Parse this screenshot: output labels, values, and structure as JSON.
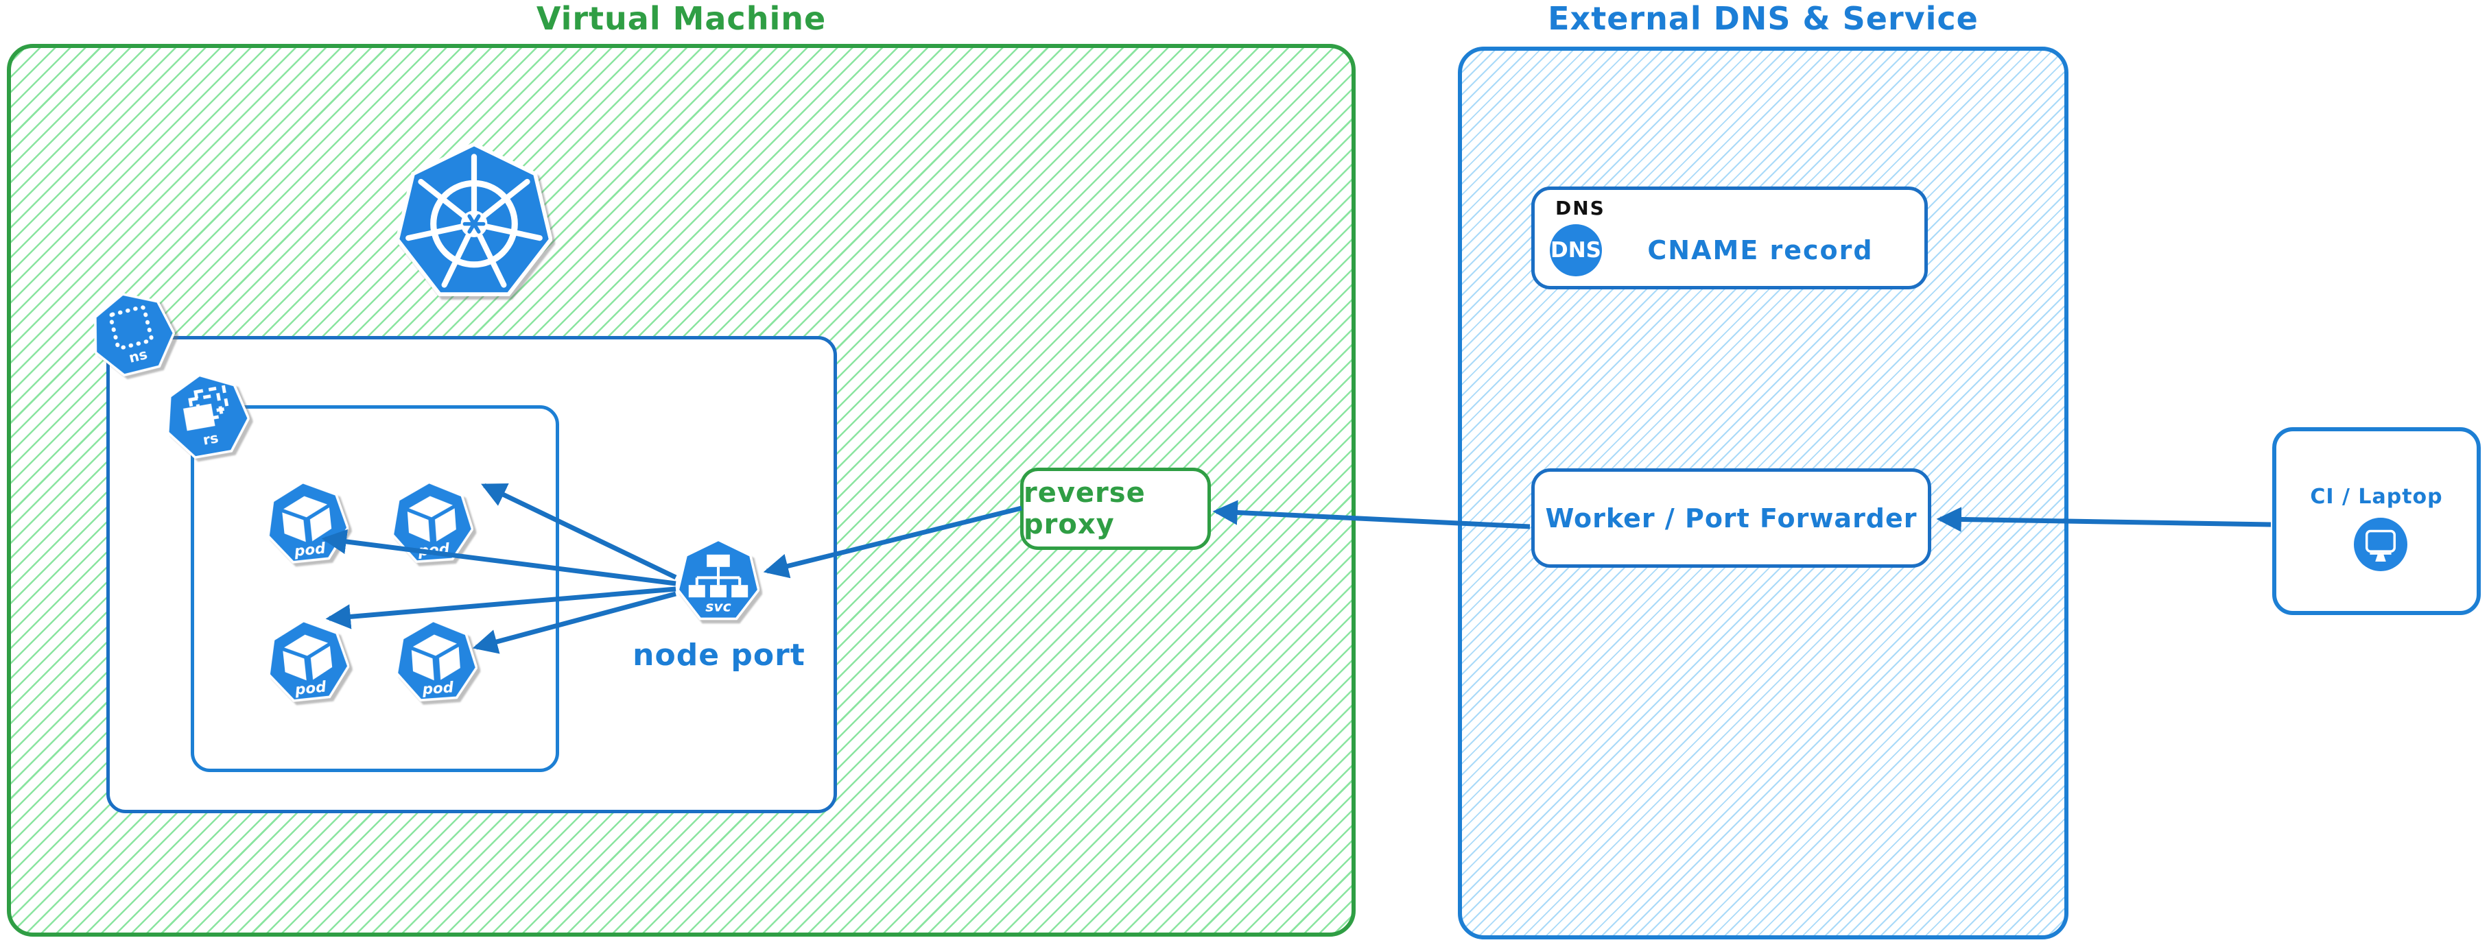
{
  "diagram": {
    "vm": {
      "title": "Virtual Machine"
    },
    "external": {
      "title": "External DNS & Service"
    },
    "k8s": {
      "ns_label": "ns",
      "rs_label": "rs",
      "pod_label": "pod",
      "svc_label": "svc",
      "node_port_label": "node port",
      "pod_count": 4
    },
    "reverse_proxy": {
      "label": "reverse proxy"
    },
    "dns": {
      "tag": "DNS",
      "badge": "DNS",
      "record": "CNAME record"
    },
    "worker": {
      "label": "Worker / Port Forwarder"
    },
    "ci": {
      "label": "CI / Laptop"
    },
    "connections": [
      {
        "from": "ci-laptop",
        "to": "worker-port-forwarder"
      },
      {
        "from": "worker-port-forwarder",
        "to": "reverse-proxy"
      },
      {
        "from": "reverse-proxy",
        "to": "node-port-service"
      },
      {
        "from": "node-port-service",
        "to": "pod-1"
      },
      {
        "from": "node-port-service",
        "to": "pod-2"
      },
      {
        "from": "node-port-service",
        "to": "pod-3"
      },
      {
        "from": "node-port-service",
        "to": "pod-4"
      }
    ],
    "icons": {
      "kubernetes": "kubernetes-wheel-icon",
      "namespace": "namespace-icon",
      "replicaset": "replicaset-icon",
      "pod": "pod-icon",
      "service": "service-icon",
      "dns": "dns-badge-icon",
      "monitor": "monitor-icon"
    },
    "colors": {
      "green_stroke": "#2f9e44",
      "green_hatch": "#76e090",
      "blue_stroke": "#1c7ed6",
      "blue_hatch": "#a0d6f8",
      "icon_blue": "#2385e0",
      "arrow_blue": "#1971c2",
      "dns_tag_black": "#111111"
    }
  }
}
